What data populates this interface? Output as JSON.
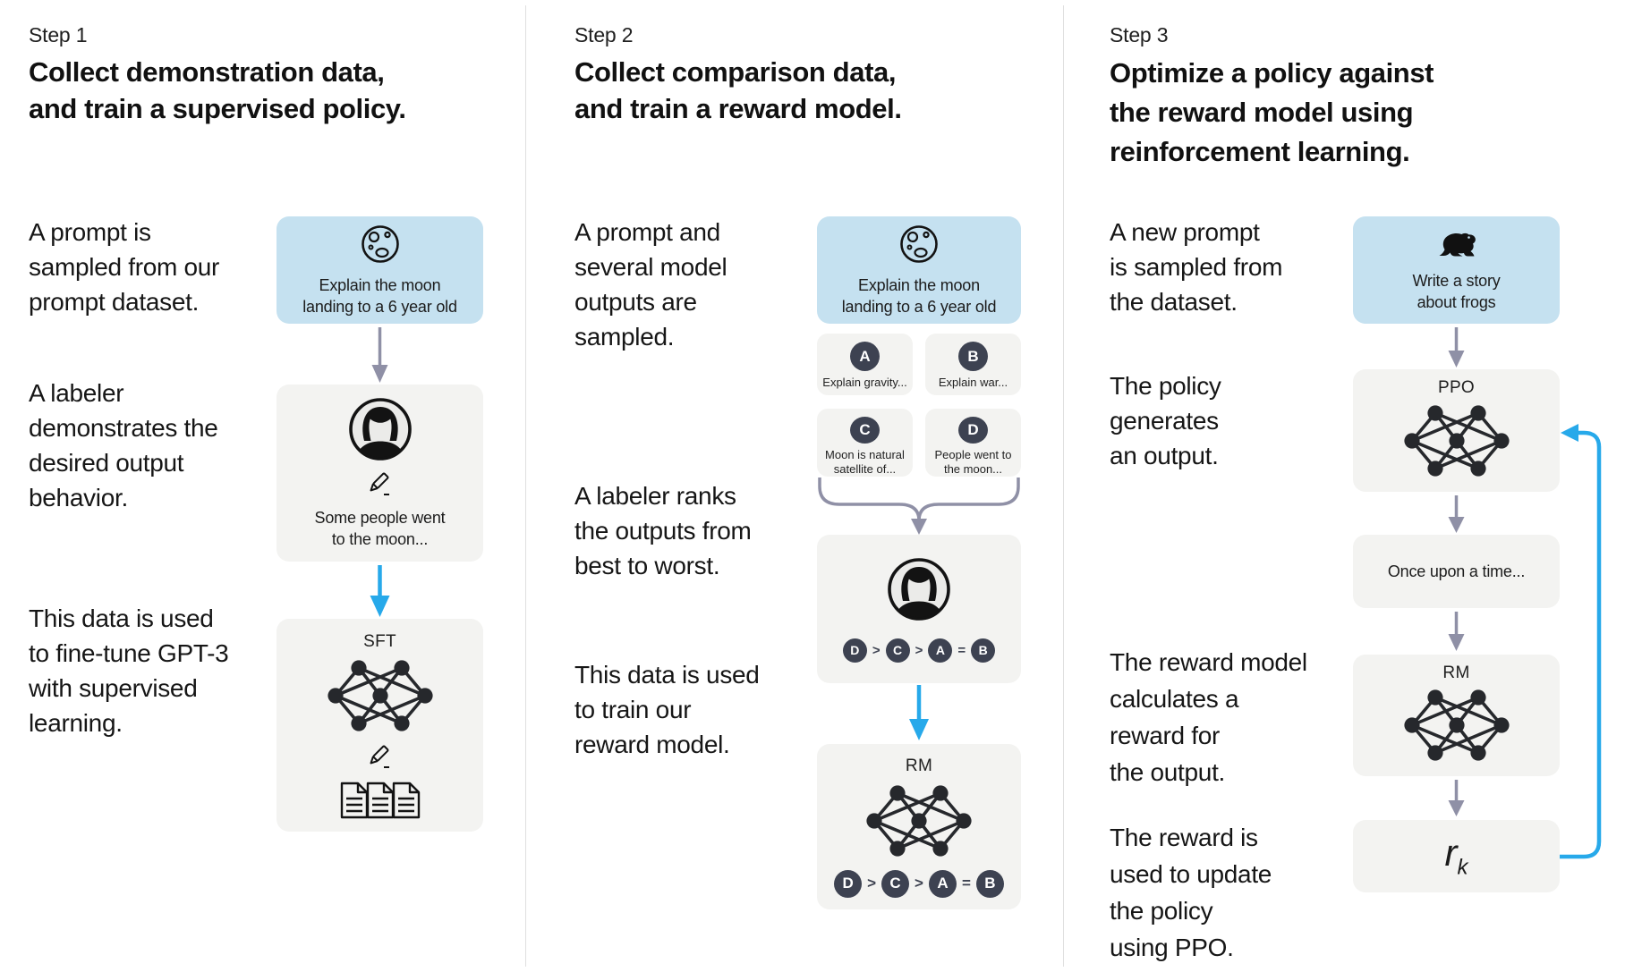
{
  "colors": {
    "background": "#ffffff",
    "prompt_box_blue": "#c5e1f0",
    "card_gray": "#f3f3f1",
    "badge_dark": "#3d4251",
    "arrow_gray": "#8f90a6",
    "arrow_blue": "#27a9ea",
    "text": "#1a1a1a",
    "divider": "#e0e0e0"
  },
  "icons": [
    "moon-icon",
    "labeler-avatar-icon",
    "pencil-icon",
    "neural-network-icon",
    "documents-icon",
    "frog-icon"
  ],
  "step1": {
    "label": "Step 1",
    "title": "Collect demonstration data,\nand train a supervised policy.",
    "paragraphs": {
      "p1": "A prompt is\nsampled from our\nprompt dataset.",
      "p2": "A labeler\ndemonstrates the\ndesired output\nbehavior.",
      "p3": "This data is used\nto fine-tune GPT-3\nwith supervised\nlearning."
    },
    "prompt_box": {
      "text": "Explain the moon\nlanding to a 6 year old"
    },
    "labeler_box": {
      "text": "Some people went\nto the moon..."
    },
    "sft_box": {
      "label": "SFT"
    }
  },
  "step2": {
    "label": "Step 2",
    "title": "Collect comparison data,\nand train a reward model.",
    "paragraphs": {
      "p1": "A prompt and\nseveral model\noutputs are\nsampled.",
      "p2": "A labeler ranks\nthe outputs from\nbest to worst.",
      "p3": "This data is used\nto train our\nreward model."
    },
    "prompt_box": {
      "text": "Explain the moon\nlanding to a 6 year old"
    },
    "options": [
      {
        "letter": "A",
        "text": "Explain gravity..."
      },
      {
        "letter": "B",
        "text": "Explain war..."
      },
      {
        "letter": "C",
        "text": "Moon is natural\nsatellite of..."
      },
      {
        "letter": "D",
        "text": "People went to\nthe moon..."
      }
    ],
    "ranking": {
      "r1": "D",
      "s1": ">",
      "r2": "C",
      "s2": ">",
      "r3": "A",
      "s3": "=",
      "r4": "B"
    },
    "rm_box": {
      "label": "RM"
    }
  },
  "step3": {
    "label": "Step 3",
    "title": "Optimize a policy against\nthe reward model using\nreinforcement learning.",
    "paragraphs": {
      "p1": "A new prompt\nis sampled from\nthe dataset.",
      "p2": "The policy\ngenerates\nan output.",
      "p3": "The reward model\ncalculates a\nreward for\nthe output.",
      "p4": "The reward is\nused to update\nthe policy\nusing PPO."
    },
    "prompt_box": {
      "text": "Write a story\nabout frogs"
    },
    "ppo_box": {
      "label": "PPO"
    },
    "output_box": {
      "text": "Once upon a time..."
    },
    "rm_box": {
      "label": "RM"
    },
    "reward_box": {
      "base": "r",
      "sub": "k"
    }
  }
}
